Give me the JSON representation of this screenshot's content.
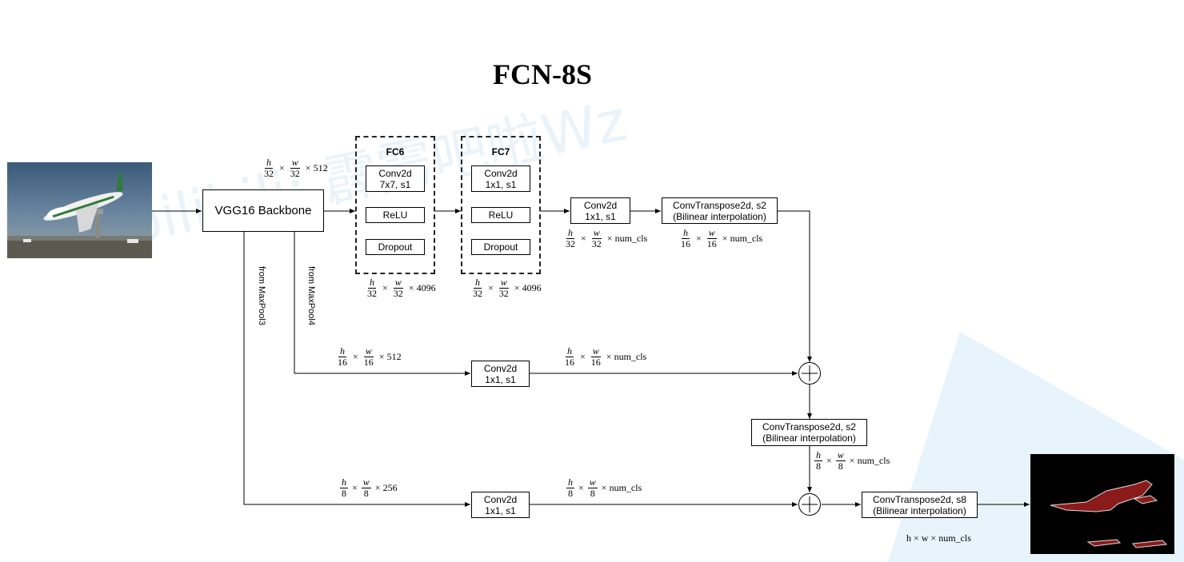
{
  "title": "FCN-8S",
  "watermark": "bilibili: 霹雳吧啦Wz",
  "backbone": {
    "label": "VGG16 Backbone"
  },
  "fc6": {
    "title": "FC6",
    "conv": [
      "Conv2d",
      "7x7, s1"
    ],
    "relu": "ReLU",
    "dropout": "Dropout"
  },
  "fc7": {
    "title": "FC7",
    "conv": [
      "Conv2d",
      "1x1, s1"
    ],
    "relu": "ReLU",
    "dropout": "Dropout"
  },
  "conv_score": [
    "Conv2d",
    "1x1, s1"
  ],
  "up1": [
    "ConvTranspose2d, s2",
    "(Bilinear interpolation)"
  ],
  "conv_pool4": [
    "Conv2d",
    "1x1, s1"
  ],
  "up2": [
    "ConvTranspose2d, s2",
    "(Bilinear interpolation)"
  ],
  "conv_pool3": [
    "Conv2d",
    "1x1, s1"
  ],
  "up3": [
    "ConvTranspose2d, s8",
    "(Bilinear interpolation)"
  ],
  "labels": {
    "from_pool3": "from MaxPool3",
    "from_pool4": "from MaxPool4"
  },
  "dims": {
    "backbone_out": {
      "h": "h",
      "hd": "32",
      "w": "w",
      "wd": "32",
      "c": "512"
    },
    "fc6_out": {
      "h": "h",
      "hd": "32",
      "w": "w",
      "wd": "32",
      "c": "4096"
    },
    "fc7_out": {
      "h": "h",
      "hd": "32",
      "w": "w",
      "wd": "32",
      "c": "4096"
    },
    "score_out": {
      "h": "h",
      "hd": "32",
      "w": "w",
      "wd": "32",
      "c": "num_cls"
    },
    "up1_out": {
      "h": "h",
      "hd": "16",
      "w": "w",
      "wd": "16",
      "c": "num_cls"
    },
    "pool4_in": {
      "h": "h",
      "hd": "16",
      "w": "w",
      "wd": "16",
      "c": "512"
    },
    "pool4_out": {
      "h": "h",
      "hd": "16",
      "w": "w",
      "wd": "16",
      "c": "num_cls"
    },
    "up2_out": {
      "h": "h",
      "hd": "8",
      "w": "w",
      "wd": "8",
      "c": "num_cls"
    },
    "pool3_in": {
      "h": "h",
      "hd": "8",
      "w": "w",
      "wd": "8",
      "c": "256"
    },
    "pool3_out": {
      "h": "h",
      "hd": "8",
      "w": "w",
      "wd": "8",
      "c": "num_cls"
    },
    "final": "h × w × num_cls"
  },
  "colors": {
    "segmentation": "#8b1a1a",
    "watermark_triangle": "#d6ecf7"
  }
}
